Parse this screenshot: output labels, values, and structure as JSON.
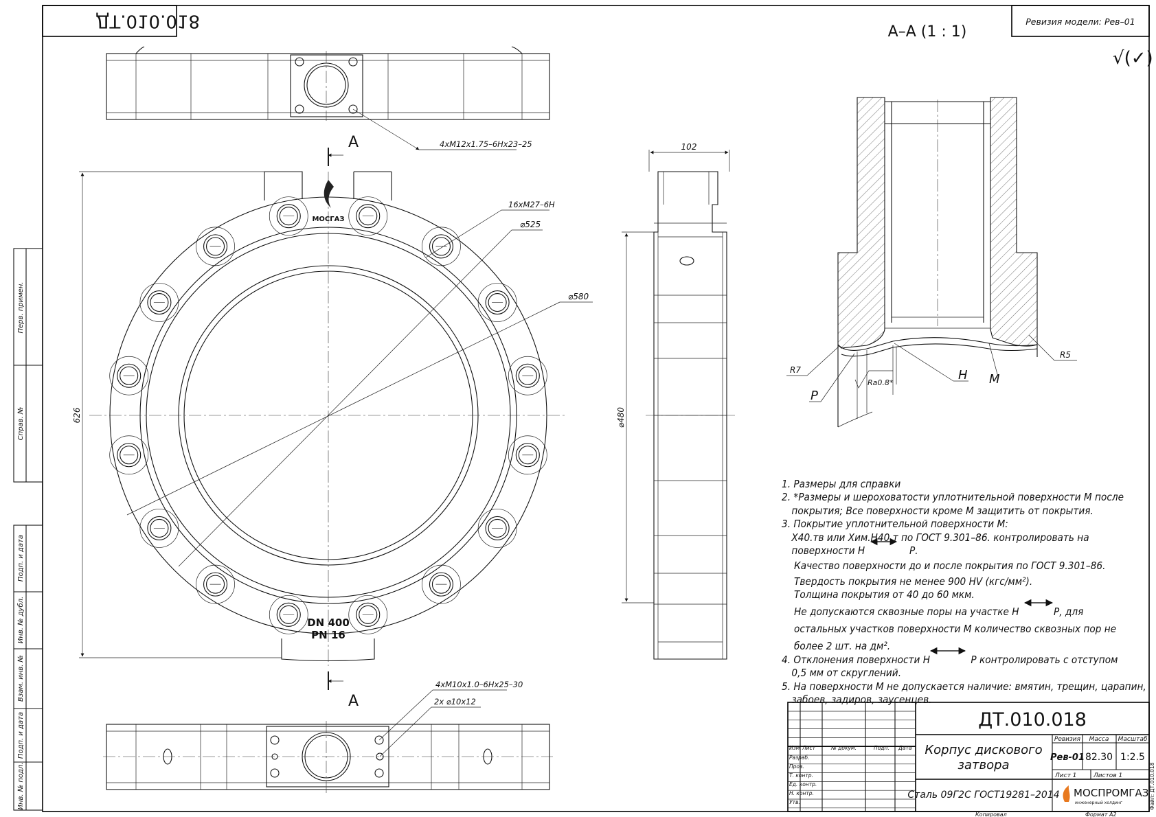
{
  "drawing": {
    "number": "ДТ.010.018",
    "number_mirrored": "ДТ.010.018",
    "section_label": "А–А (1 : 1)",
    "revision_header": "Ревизия модели: Рев–01",
    "roughness_symbol": "√(✓)",
    "section_mark": "А"
  },
  "dimensions": {
    "bolt_holes_top": "4xM12x1.75–6Hx23–25",
    "holes_16": "16xM27–6H",
    "d525": "⌀525",
    "d580": "⌀580",
    "h626": "626",
    "w102": "102",
    "d480": "⌀480",
    "bolt_holes_bottom": "4xM10x1.0–6Hx25–30",
    "pin_holes": "2x ⌀10x12",
    "r7": "R7",
    "r5": "R5",
    "ra": "Ra0.8*",
    "lbl_p": "Р",
    "lbl_h": "Н",
    "lbl_m": "М"
  },
  "logo": {
    "flange_logo": "МОСГАЗ",
    "dn": "DN 400",
    "pn": "PN 16",
    "company": "МОСПРОМГАЗ",
    "company_sub": "инженерный холдинг"
  },
  "side_stamps": [
    "Перв. примен.",
    "Справ. №",
    "Подп. и дата",
    "Инв. № дубл.",
    "Взам. инв. №",
    "Подп. и дата",
    "Инв. № подл."
  ],
  "notes": {
    "n1": "1. Размеры для справки",
    "n2a": "2. *Размеры и шероховатости уплотнительной поверхности М после",
    "n2b": "покрытия; Все поверхности кроме М  защитить от покрытия.",
    "n3a": "3. Покрытие уплотнительной поверхности М:",
    "n3b": "Х40.тв или Хим.Н40.т по ГОСТ 9.301–86. контролировать на",
    "n3c1": "поверхности Н",
    "n3c2": "Р.",
    "n3d": "Качество поверхности до и после покрытия по ГОСТ 9.301–86.",
    "n3e": "Твердость покрытия не менее 900 HV (кгс/мм²).",
    "n3f": "Толщина покрытия от 40 до 60 мкм.",
    "n3g1": "Не допускаются сквозные поры на участке Н",
    "n3g2": "Р, для",
    "n3h": "остальных участков поверхности М количество сквозных пор не",
    "n3i": "более 2 шт. на дм².",
    "n4a1": "4. Отклонения поверхности Н",
    "n4a2": "Р контролировать с отступом",
    "n4b": "0,5 мм от скруглений.",
    "n5a": "5. На поверхности М не допускается наличие: вмятин, трещин, царапин,",
    "n5b": "забоев, задиров, заусенцев."
  },
  "title_block": {
    "number": "ДТ.010.018",
    "name1": "Корпус дискового",
    "name2": "затвора",
    "material": "Сталь 09Г2С ГОСТ19281–2014",
    "rev_h": "Ревизия",
    "mass_h": "Масса",
    "scale_h": "Масштаб",
    "rev": "Рев-01",
    "mass": "82.30",
    "scale": "1:2.5",
    "sheet": "Лист 1",
    "sheets": "Листов 1",
    "col_izm": "Изм.",
    "col_list": "Лист",
    "col_doc": "№ докум.",
    "col_sign": "Подп.",
    "col_date": "Дата",
    "roles": [
      "Разраб.",
      "Пров.",
      "Т. контр.",
      "Ед. контр.",
      "Н. контр.",
      "Утв."
    ],
    "copied": "Копировал",
    "format": "Формат А2",
    "file": "Файл: ДТ.010.018"
  }
}
